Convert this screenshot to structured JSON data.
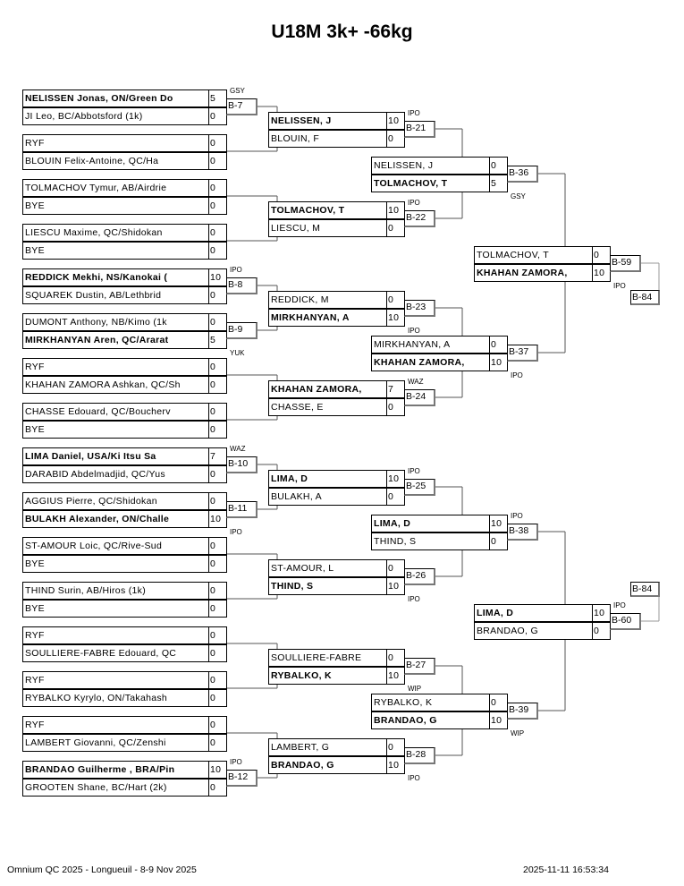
{
  "title": "U18M 3k+ -66kg",
  "footer": {
    "event": "Omnium QC 2025 - Longueuil - 8-9 Nov 2025",
    "timestamp": "2025-11-11 16:53:34"
  },
  "rounds": [
    {
      "matches": [
        {
          "id": "B-7",
          "tag": "GSY",
          "winner": 0,
          "competitors": [
            {
              "name": "NELISSEN Jonas, ON/Green Do",
              "score": "5"
            },
            {
              "name": "JI Leo, BC/Abbotsford (1k)",
              "score": "0"
            }
          ]
        },
        {
          "id": null,
          "tag": null,
          "winner": null,
          "competitors": [
            {
              "name": "RYF",
              "score": "0"
            },
            {
              "name": "BLOUIN Felix-Antoine, QC/Ha",
              "score": "0"
            }
          ]
        },
        {
          "id": null,
          "tag": null,
          "winner": null,
          "competitors": [
            {
              "name": "TOLMACHOV Tymur, AB/Airdrie",
              "score": "0"
            },
            {
              "name": "BYE",
              "score": "0"
            }
          ]
        },
        {
          "id": null,
          "tag": null,
          "winner": null,
          "competitors": [
            {
              "name": " LIESCU Maxime, QC/Shidokan",
              "score": "0"
            },
            {
              "name": "BYE",
              "score": "0"
            }
          ]
        },
        {
          "id": "B-8",
          "tag": "IPO",
          "winner": 0,
          "competitors": [
            {
              "name": "REDDICK Mekhi, NS/Kanokai (",
              "score": "10"
            },
            {
              "name": "SQUAREK Dustin, AB/Lethbrid",
              "score": "0"
            }
          ]
        },
        {
          "id": "B-9",
          "tag": "YUK",
          "winner": 1,
          "competitors": [
            {
              "name": "DUMONT Anthony, NB/Kimo (1k",
              "score": "0"
            },
            {
              "name": "MIRKHANYAN Aren, QC/Ararat",
              "score": "5"
            }
          ]
        },
        {
          "id": null,
          "tag": null,
          "winner": null,
          "competitors": [
            {
              "name": "RYF",
              "score": "0"
            },
            {
              "name": "KHAHAN ZAMORA Ashkan, QC/Sh",
              "score": "0"
            }
          ]
        },
        {
          "id": null,
          "tag": null,
          "winner": null,
          "competitors": [
            {
              "name": "CHASSE Edouard, QC/Boucherv",
              "score": "0"
            },
            {
              "name": "BYE",
              "score": "0"
            }
          ]
        },
        {
          "id": "B-10",
          "tag": "WAZ",
          "winner": 0,
          "competitors": [
            {
              "name": "LIMA Daniel, USA/Ki Itsu Sa",
              "score": "7"
            },
            {
              "name": "DARABID Abdelmadjid, QC/Yus",
              "score": "0"
            }
          ]
        },
        {
          "id": "B-11",
          "tag": "IPO",
          "winner": 1,
          "competitors": [
            {
              "name": "AGGIUS Pierre, QC/Shidokan",
              "score": "0"
            },
            {
              "name": "BULAKH Alexander, ON/Challe",
              "score": "10"
            }
          ]
        },
        {
          "id": null,
          "tag": null,
          "winner": null,
          "competitors": [
            {
              "name": "ST-AMOUR Loic, QC/Rive-Sud",
              "score": "0"
            },
            {
              "name": "BYE",
              "score": "0"
            }
          ]
        },
        {
          "id": null,
          "tag": null,
          "winner": null,
          "competitors": [
            {
              "name": "THIND Surin, AB/Hiros (1k)",
              "score": "0"
            },
            {
              "name": "BYE",
              "score": "0"
            }
          ]
        },
        {
          "id": null,
          "tag": null,
          "winner": null,
          "competitors": [
            {
              "name": "RYF",
              "score": "0"
            },
            {
              "name": "SOULLIERE-FABRE Edouard, QC",
              "score": "0"
            }
          ]
        },
        {
          "id": null,
          "tag": null,
          "winner": null,
          "competitors": [
            {
              "name": "RYF",
              "score": "0"
            },
            {
              "name": "RYBALKO Kyrylo, ON/Takahash",
              "score": "0"
            }
          ]
        },
        {
          "id": null,
          "tag": null,
          "winner": null,
          "competitors": [
            {
              "name": "RYF",
              "score": "0"
            },
            {
              "name": "LAMBERT Giovanni, QC/Zenshi",
              "score": "0"
            }
          ]
        },
        {
          "id": "B-12",
          "tag": "IPO",
          "winner": 0,
          "competitors": [
            {
              "name": "BRANDAO Guilherme , BRA/Pin",
              "score": "10"
            },
            {
              "name": "GROOTEN Shane, BC/Hart (2k)",
              "score": "0"
            }
          ]
        }
      ]
    },
    {
      "matches": [
        {
          "id": "B-21",
          "tag": "IPO",
          "winner": 0,
          "competitors": [
            {
              "name": "NELISSEN, J",
              "score": "10"
            },
            {
              "name": "BLOUIN, F",
              "score": "0"
            }
          ]
        },
        {
          "id": "B-22",
          "tag": "IPO",
          "winner": 0,
          "competitors": [
            {
              "name": "TOLMACHOV, T",
              "score": "10"
            },
            {
              "name": " LIESCU, M",
              "score": "0"
            }
          ]
        },
        {
          "id": "B-23",
          "tag": "IPO",
          "winner": 1,
          "competitors": [
            {
              "name": "REDDICK, M",
              "score": "0"
            },
            {
              "name": "MIRKHANYAN, A",
              "score": "10"
            }
          ]
        },
        {
          "id": "B-24",
          "tag": "WAZ",
          "winner": 0,
          "competitors": [
            {
              "name": "KHAHAN ZAMORA,",
              "score": "7"
            },
            {
              "name": "CHASSE, E",
              "score": "0"
            }
          ]
        },
        {
          "id": "B-25",
          "tag": "IPO",
          "winner": 0,
          "competitors": [
            {
              "name": "LIMA, D",
              "score": "10"
            },
            {
              "name": "BULAKH, A",
              "score": "0"
            }
          ]
        },
        {
          "id": "B-26",
          "tag": "IPO",
          "winner": 1,
          "competitors": [
            {
              "name": "ST-AMOUR, L",
              "score": "0"
            },
            {
              "name": "THIND, S",
              "score": "10"
            }
          ]
        },
        {
          "id": "B-27",
          "tag": "WIP",
          "winner": 1,
          "competitors": [
            {
              "name": "SOULLIERE-FABRE",
              "score": "0"
            },
            {
              "name": "RYBALKO, K",
              "score": "10"
            }
          ]
        },
        {
          "id": "B-28",
          "tag": "IPO",
          "winner": 1,
          "competitors": [
            {
              "name": "LAMBERT, G",
              "score": "0"
            },
            {
              "name": "BRANDAO, G",
              "score": "10"
            }
          ]
        }
      ]
    },
    {
      "matches": [
        {
          "id": "B-36",
          "tag": "GSY",
          "winner": 1,
          "competitors": [
            {
              "name": "NELISSEN, J",
              "score": "0"
            },
            {
              "name": "TOLMACHOV, T",
              "score": "5"
            }
          ]
        },
        {
          "id": "B-37",
          "tag": "IPO",
          "winner": 1,
          "competitors": [
            {
              "name": "MIRKHANYAN, A",
              "score": "0"
            },
            {
              "name": "KHAHAN ZAMORA,",
              "score": "10"
            }
          ]
        },
        {
          "id": "B-38",
          "tag": "IPO",
          "winner": 0,
          "competitors": [
            {
              "name": "LIMA, D",
              "score": "10"
            },
            {
              "name": "THIND, S",
              "score": "0"
            }
          ]
        },
        {
          "id": "B-39",
          "tag": "WIP",
          "winner": 1,
          "competitors": [
            {
              "name": "RYBALKO, K",
              "score": "0"
            },
            {
              "name": "BRANDAO, G",
              "score": "10"
            }
          ]
        }
      ]
    },
    {
      "matches": [
        {
          "id": "B-59",
          "tag": "IPO",
          "winner": 1,
          "competitors": [
            {
              "name": "TOLMACHOV, T",
              "score": "0"
            },
            {
              "name": "KHAHAN ZAMORA,",
              "score": "10"
            }
          ]
        },
        {
          "id": "B-60",
          "tag": "IPO",
          "winner": 0,
          "competitors": [
            {
              "name": "LIMA, D",
              "score": "10"
            },
            {
              "name": "BRANDAO, G",
              "score": "0"
            }
          ]
        }
      ]
    }
  ],
  "next_matches": [
    "B-84",
    "B-84"
  ]
}
